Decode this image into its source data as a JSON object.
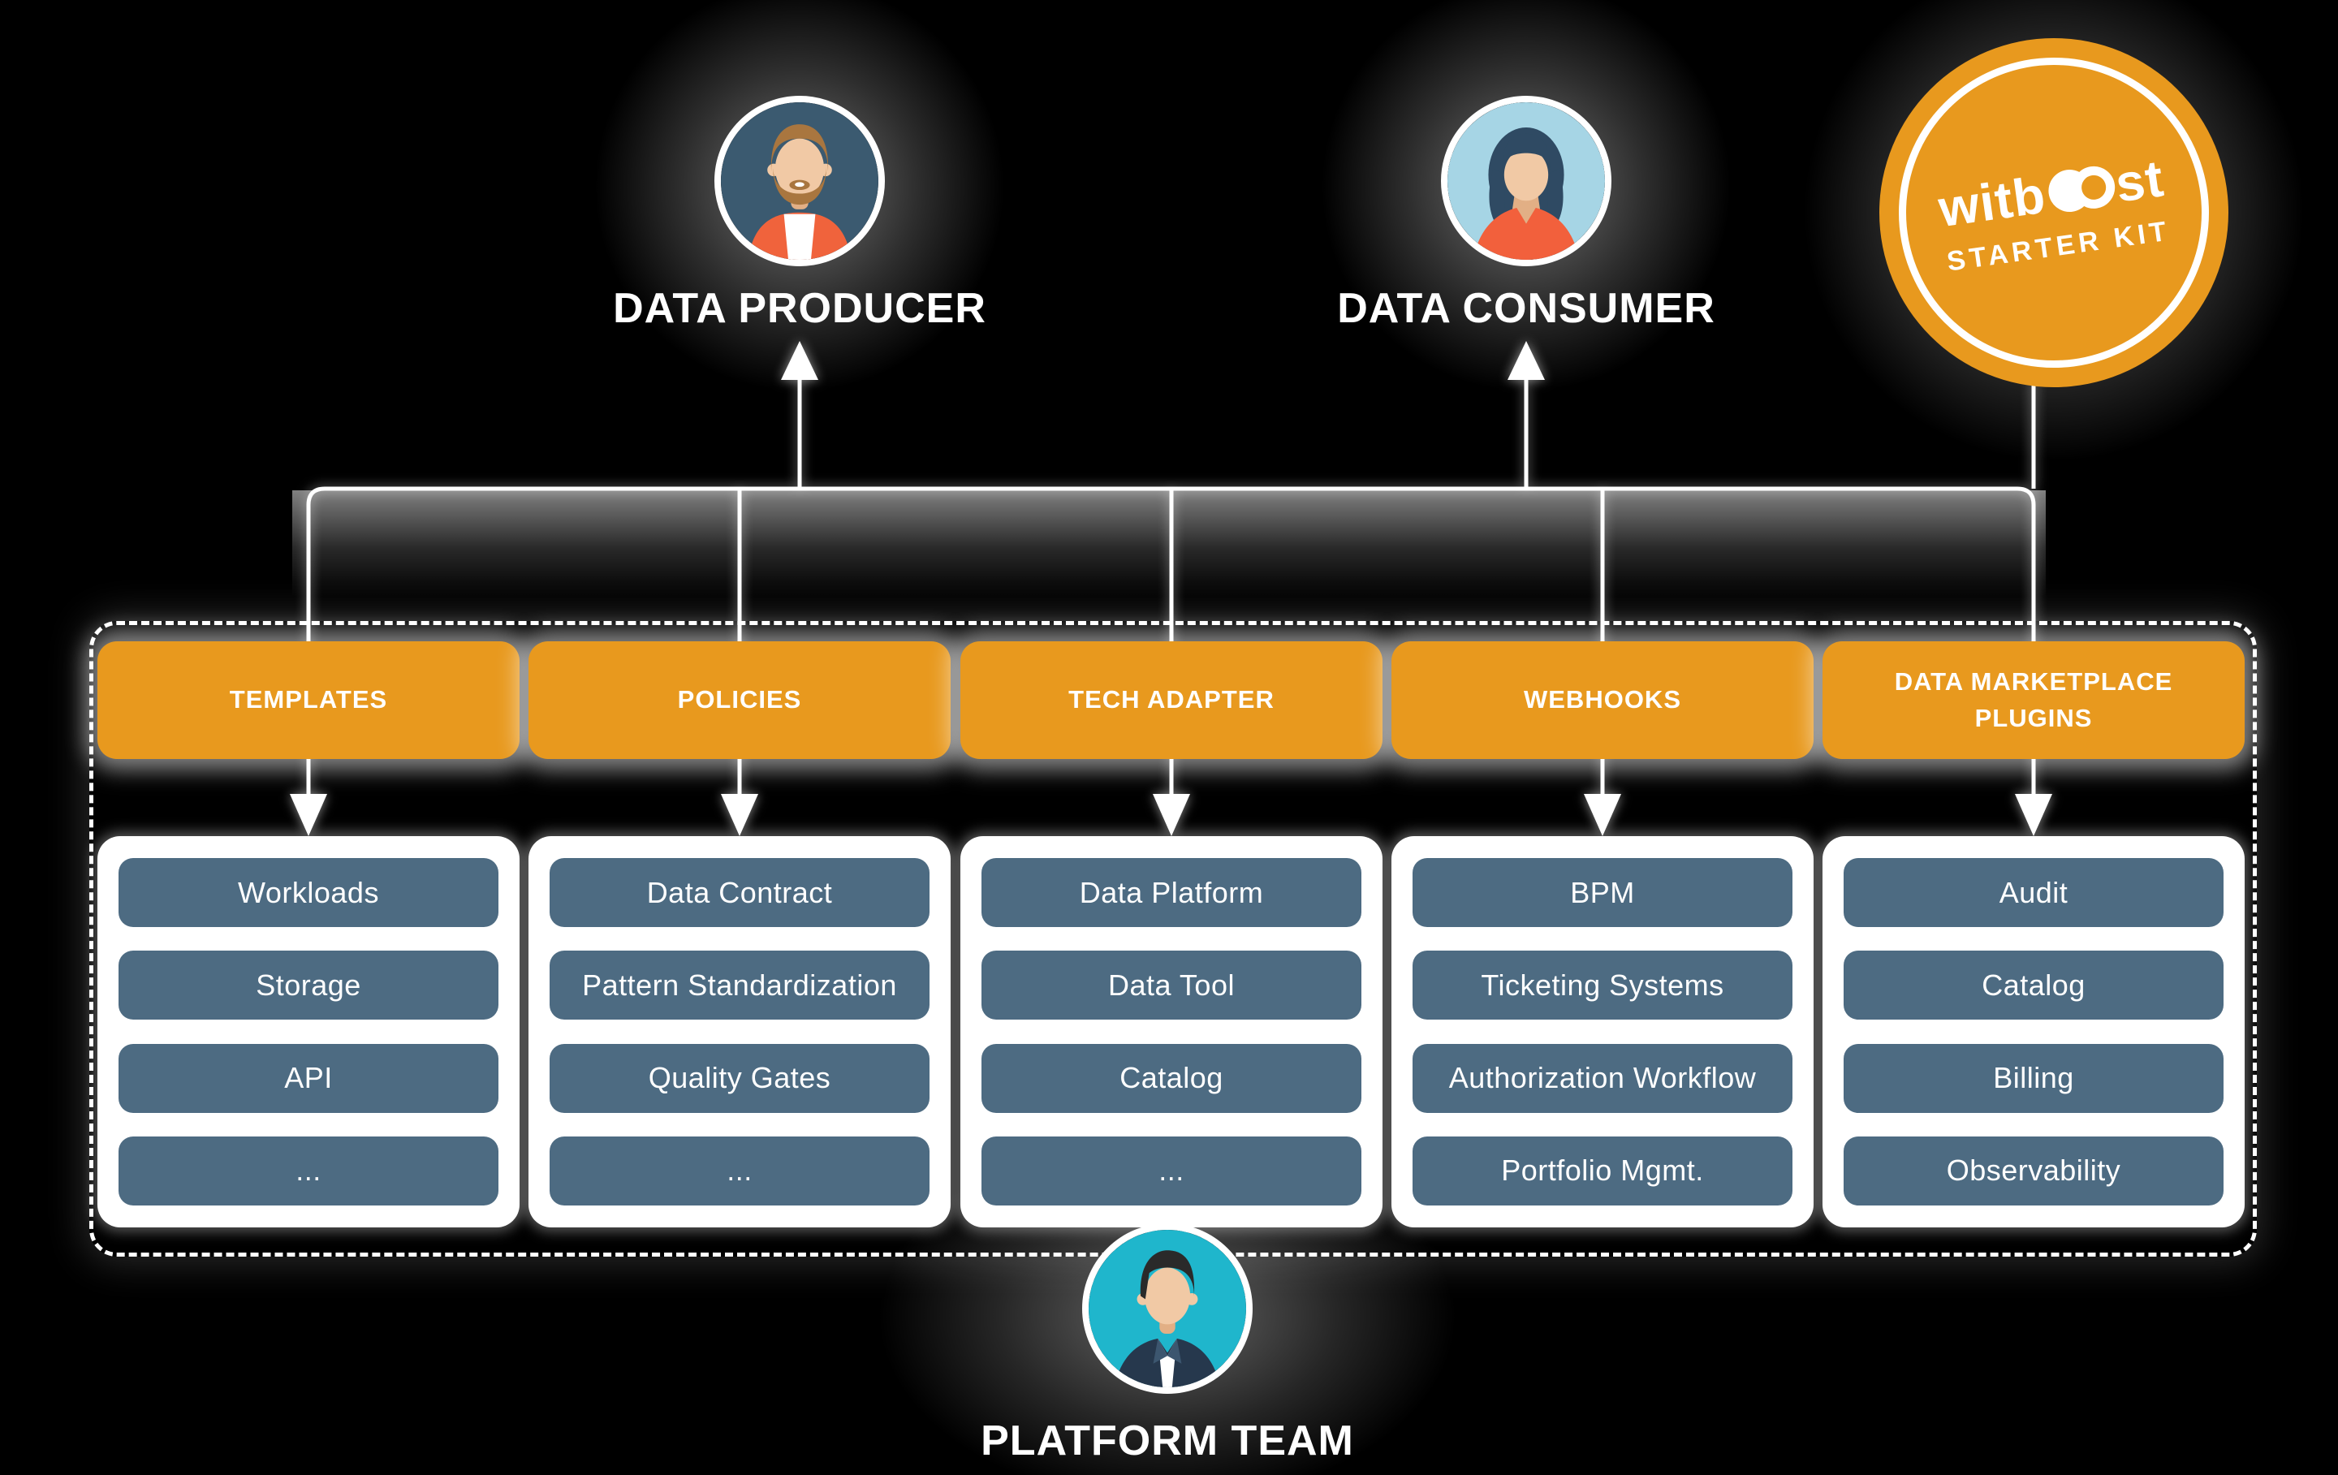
{
  "badge": {
    "brand_pre": "witb",
    "brand_post": "st",
    "subtitle": "STARTER KIT"
  },
  "actors": {
    "producer": {
      "label": "DATA PRODUCER"
    },
    "consumer": {
      "label": "DATA CONSUMER"
    },
    "platform": {
      "label": "PLATFORM TEAM"
    }
  },
  "columns": [
    {
      "header": "TEMPLATES",
      "items": [
        "Workloads",
        "Storage",
        "API",
        "..."
      ]
    },
    {
      "header": "POLICIES",
      "items": [
        "Data Contract",
        "Pattern Standardization",
        "Quality Gates",
        "..."
      ]
    },
    {
      "header": "TECH ADAPTER",
      "items": [
        "Data Platform",
        "Data Tool",
        "Catalog",
        "..."
      ]
    },
    {
      "header": "WEBHOOKS",
      "items": [
        "BPM",
        "Ticketing Systems",
        "Authorization Workflow",
        "Portfolio Mgmt."
      ]
    },
    {
      "header": "DATA MARKETPLACE PLUGINS",
      "items": [
        "Audit",
        "Catalog",
        "Billing",
        "Observability"
      ]
    }
  ],
  "colors": {
    "background": "#000000",
    "orange": "#E8991E",
    "slate": "#4D6B82",
    "card_white": "#FFFFFF",
    "line_white": "#FFFFFF",
    "producer_avatar_bg": "#3B5A70",
    "consumer_avatar_bg": "#A6D5E5",
    "platform_avatar_bg": "#1FB6CC"
  }
}
